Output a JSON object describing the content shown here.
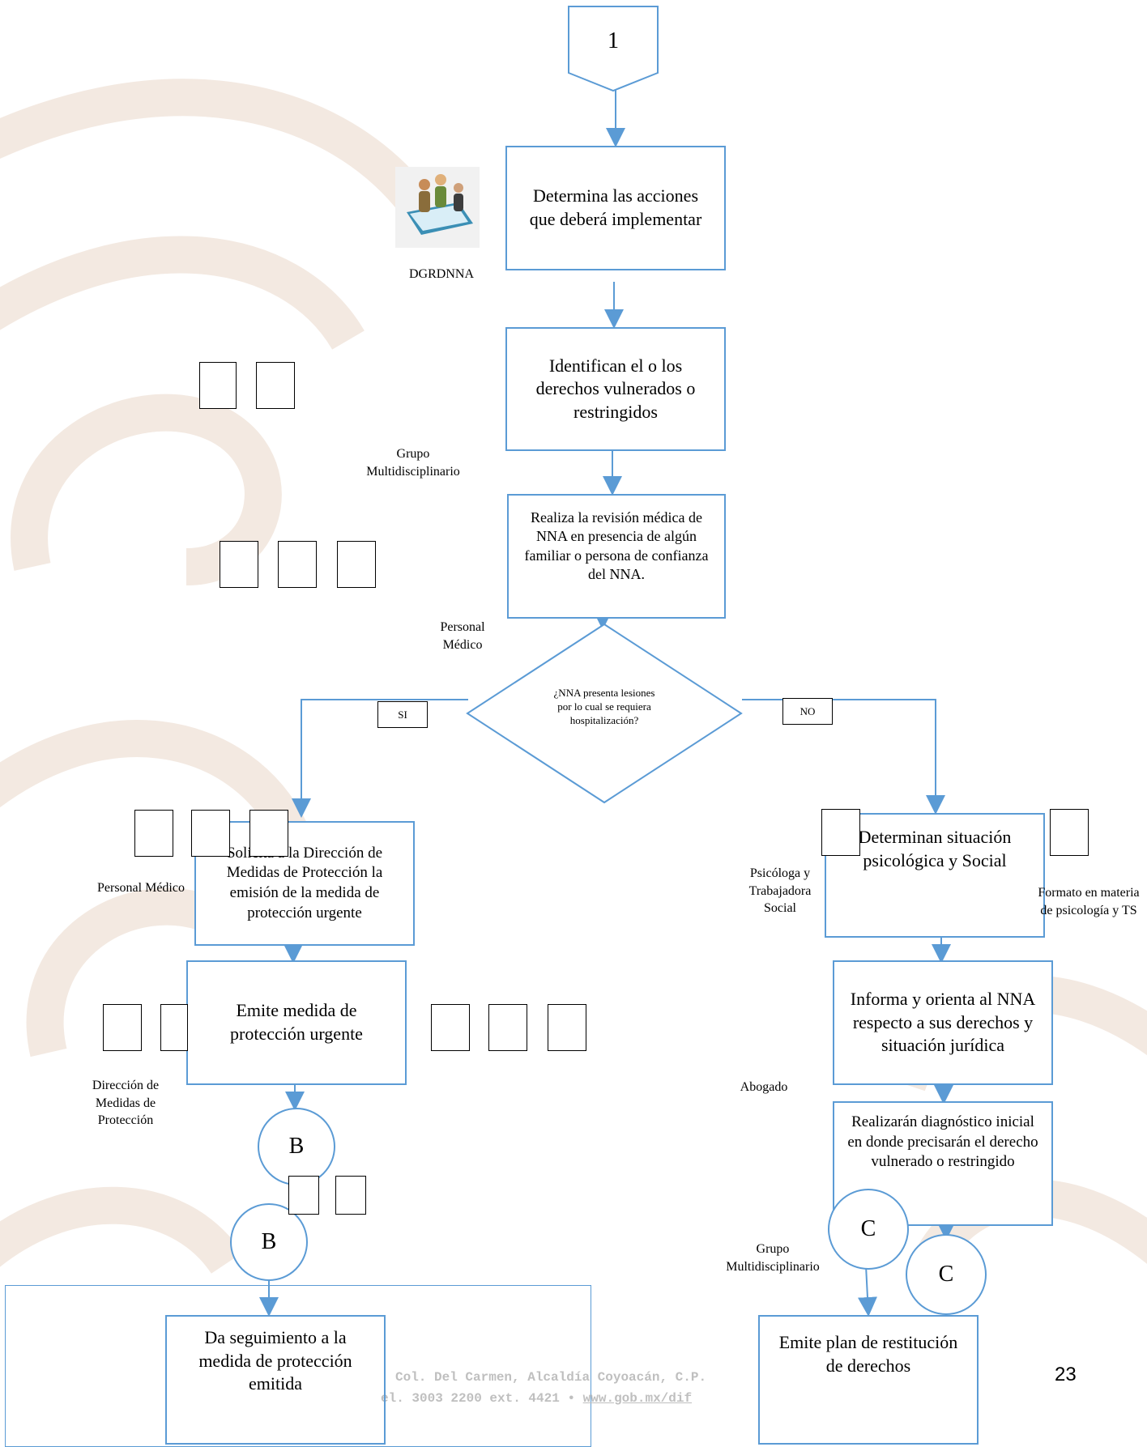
{
  "start_connector": "1",
  "steps": {
    "determina": "Determina las acciones que deberá implementar",
    "identifican": "Identifican el o los derechos vulnerados o restringidos",
    "revision": "Realiza la revisión médica de NNA en presencia de algún familiar o persona de confianza del NNA.",
    "decision": "¿NNA presenta lesiones por lo cual se requiera hospitalización?",
    "si": "SI",
    "no": "NO",
    "solicita": "Solicita a la Dirección de Medidas de Protección la emisión de la medida de protección urgente",
    "emite_medida": "Emite medida de protección urgente",
    "determinan": "Determinan situación psicológica y Social",
    "informa": "Informa y orienta al NNA respecto a sus derechos y situación jurídica",
    "diagnostico": "Realizarán diagnóstico inicial en donde precisarán el derecho vulnerado o restringido",
    "seguimiento": "Da seguimiento a la medida de protección emitida",
    "plan": "Emite plan de restitución de derechos"
  },
  "connectors": {
    "b1": "B",
    "b2": "B",
    "c1": "C",
    "c2": "C"
  },
  "actors": {
    "dgrdnna": "DGRDNNA",
    "grupo1": "Grupo Multidisciplinario",
    "personal_medico_1": "Personal Médico",
    "personal_medico_2": "Personal Médico",
    "direccion": "Dirección de Medidas de Protección",
    "psicologa": "Psicóloga y Trabajadora Social",
    "formato": "Formato en materia de psicología y TS",
    "abogado": "Abogado",
    "grupo2": "Grupo Multidisciplinario"
  },
  "footer": {
    "line1": "Col. Del Carmen, Alcaldía Coyoacán, C.P.",
    "line2": "el. 3003 2200 ext. 4421 •",
    "link": "www.gob.mx/dif"
  },
  "page_number": "23",
  "colors": {
    "flow": "#5b9bd5",
    "watermark": "#f2e7df",
    "footer": "#bfbfbf"
  }
}
